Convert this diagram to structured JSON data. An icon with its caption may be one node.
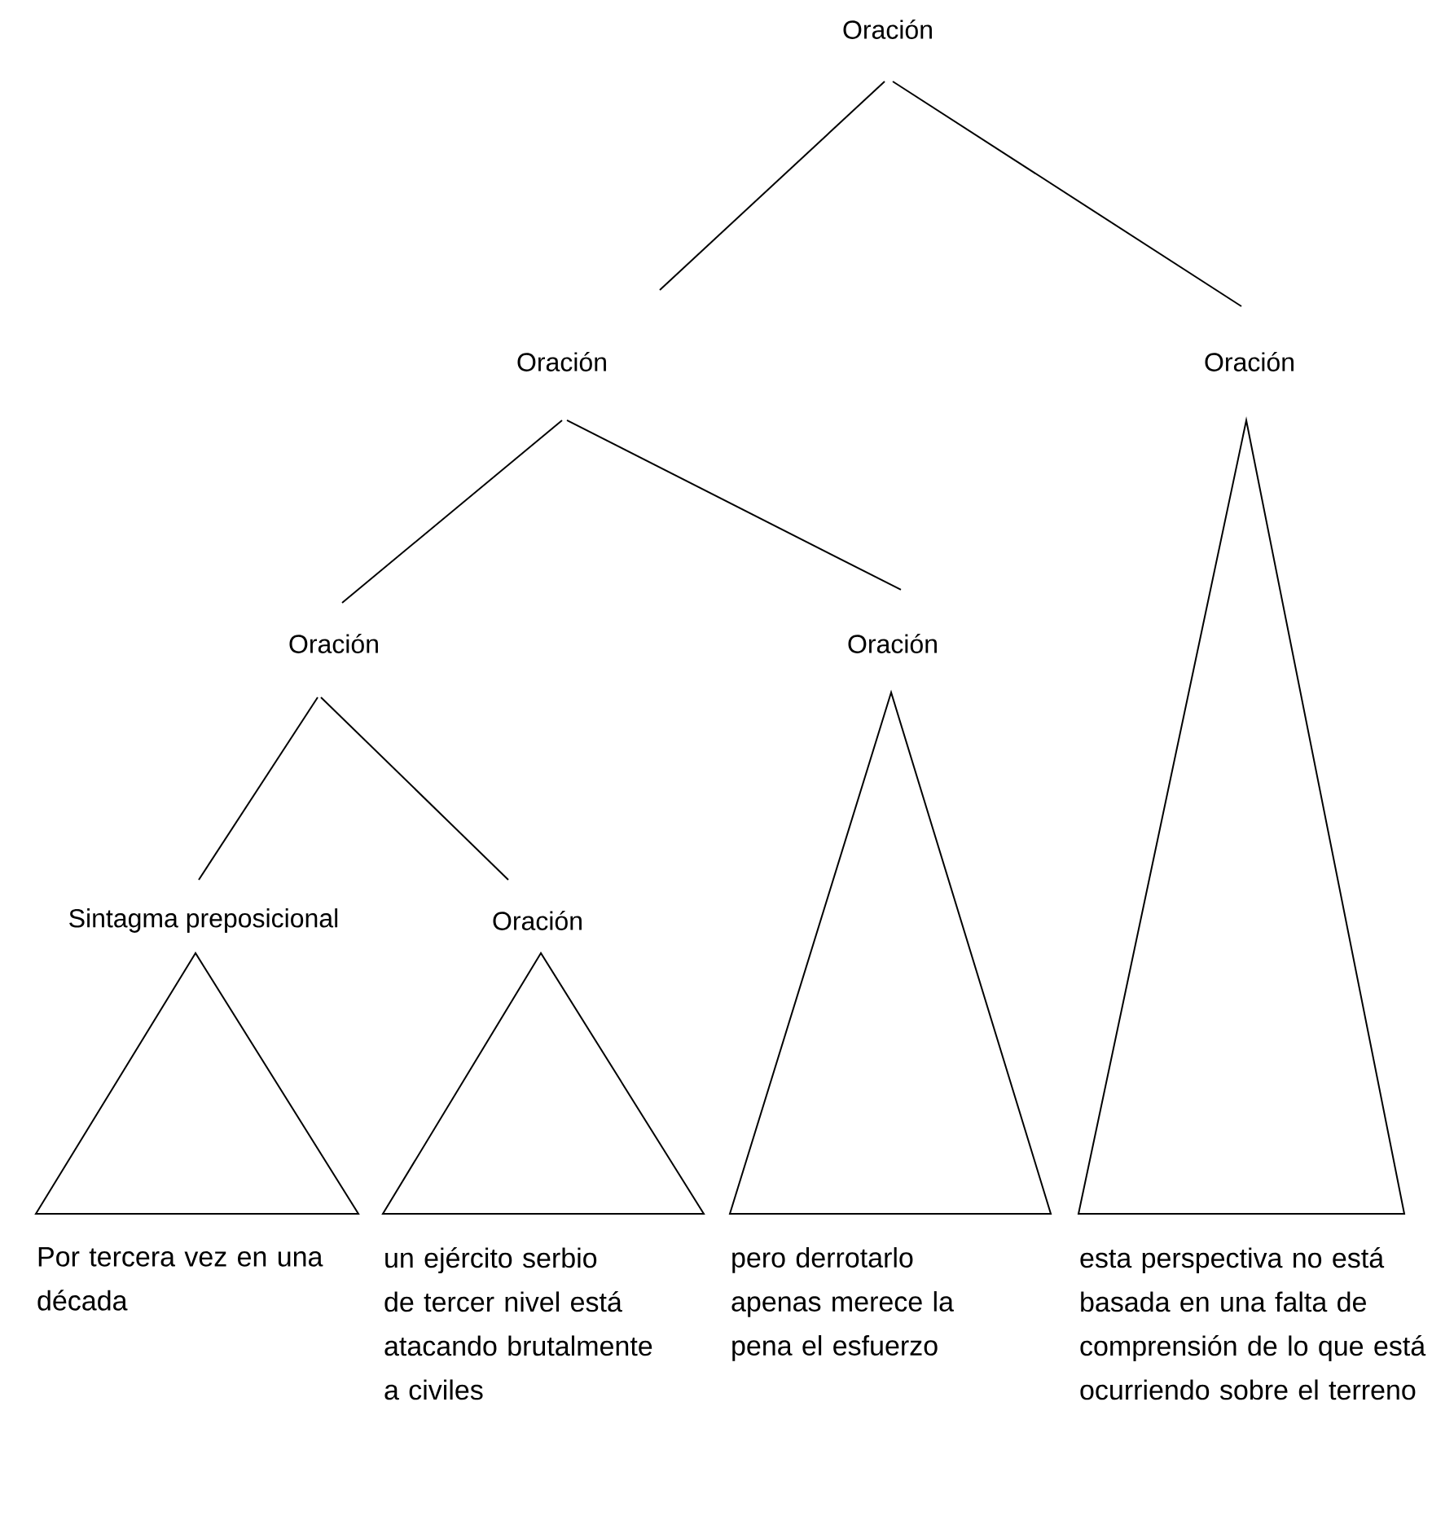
{
  "diagram": {
    "nodes": [
      {
        "text": [
          "Oración"
        ]
      },
      {
        "text": [
          "Oración"
        ]
      },
      {
        "text": [
          "Oración"
        ]
      },
      {
        "text": [
          "Oración"
        ]
      },
      {
        "text": [
          "Oración"
        ]
      },
      {
        "text": [
          "Sintagma preposicional"
        ]
      },
      {
        "text": [
          "Oración"
        ]
      },
      {
        "text": [],
        "shape": "triangle",
        "beside": [
          "Por tercera vez en una década"
        ]
      },
      {
        "text": [],
        "shape": "triangle",
        "beside": [
          "un ejército serbio de tercer nivel está atacando brutalmente a civiles"
        ]
      },
      {
        "text": [],
        "shape": "triangle",
        "beside": [
          "pero derrotarlo apenas merece la pena el esfuerzo"
        ]
      },
      {
        "text": [],
        "shape": "triangle",
        "beside": [
          "esta perspectiva no está basada en una falta de comprensión de lo que está ocurriendo sobre el terreno"
        ]
      }
    ],
    "edges": [
      {
        "from": 0,
        "to": 1,
        "arrow": "none"
      },
      {
        "from": 0,
        "to": 2,
        "arrow": "none"
      },
      {
        "from": 1,
        "to": 3,
        "arrow": "none"
      },
      {
        "from": 1,
        "to": 4,
        "arrow": "none"
      },
      {
        "from": 3,
        "to": 5,
        "arrow": "none"
      },
      {
        "from": 3,
        "to": 6,
        "arrow": "none"
      }
    ]
  }
}
